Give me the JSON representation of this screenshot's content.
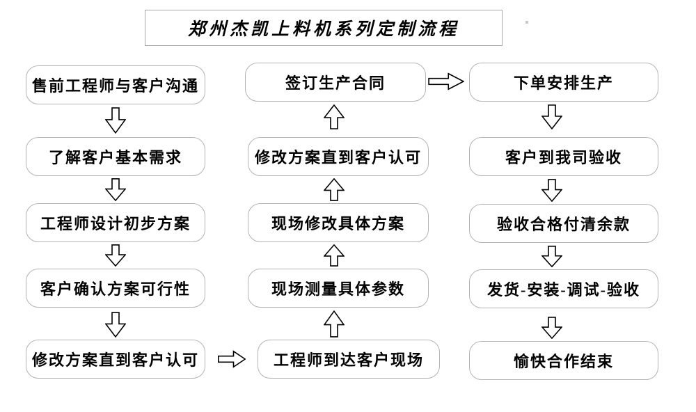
{
  "title": "郑州杰凯上料机系列定制流程",
  "flow": {
    "left": [
      "售前工程师与客户沟通",
      "了解客户基本需求",
      "工程师设计初步方案",
      "客户确认方案可行性",
      "修改方案直到客户认可"
    ],
    "middle": [
      "签订生产合同",
      "修改方案直到客户认可",
      "现场修改具体方案",
      "现场测量具体参数",
      "工程师到达客户现场"
    ],
    "right": [
      "下单安排生产",
      "客户到我司验收",
      "验收合格付清余款",
      "发货-安装-调试-验收",
      "愉快合作结束"
    ]
  },
  "icons": {
    "down_arrow": "hollow-block-arrow-down",
    "up_arrow": "hollow-block-arrow-up",
    "right_arrow": "hollow-block-arrow-right"
  },
  "colors": {
    "background": "#ffffff",
    "box_border": "#b3b3b3",
    "title_border": "#a6a6a6",
    "arrow_outline": "#000000",
    "text": "#000000"
  }
}
